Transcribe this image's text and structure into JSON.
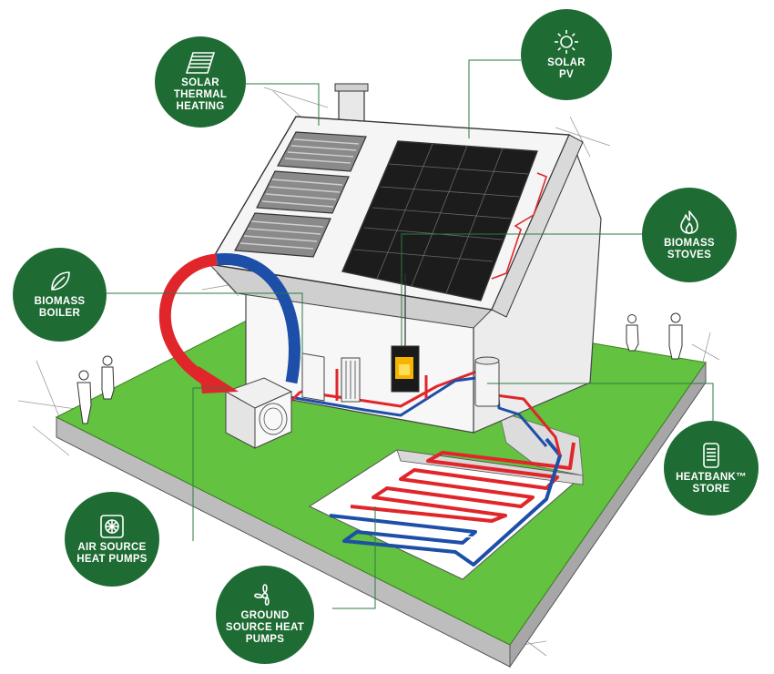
{
  "colors": {
    "badge": "#1f6b34",
    "lawn": "#63c23f",
    "hot_pipe": "#e0262b",
    "cold_pipe": "#1e4fa8",
    "solar_panel": "#1c1c1c",
    "wall": "#f4f4f4",
    "leader_line": "#2e7a40"
  },
  "badges": {
    "solar_thermal": {
      "icon": "solar-thermal-panel-icon",
      "lines": [
        "SOLAR",
        "THERMAL",
        "HEATING"
      ]
    },
    "solar_pv": {
      "icon": "sun-icon",
      "lines": [
        "SOLAR",
        "PV"
      ]
    },
    "biomass_stoves": {
      "icon": "flame-icon",
      "lines": [
        "BIOMASS",
        "STOVES"
      ]
    },
    "biomass_boiler": {
      "icon": "leaf-icon",
      "lines": [
        "BIOMASS",
        "BOILER"
      ]
    },
    "heatbank_store": {
      "icon": "heatbank-cylinder-icon",
      "lines": [
        "HEATBANK™",
        "STORE"
      ]
    },
    "air_source": {
      "icon": "fan-unit-icon",
      "lines": [
        "AIR SOURCE",
        "HEAT PUMPS"
      ]
    },
    "ground_source": {
      "icon": "propeller-icon",
      "lines": [
        "GROUND",
        "SOURCE HEAT",
        "PUMPS"
      ]
    }
  }
}
